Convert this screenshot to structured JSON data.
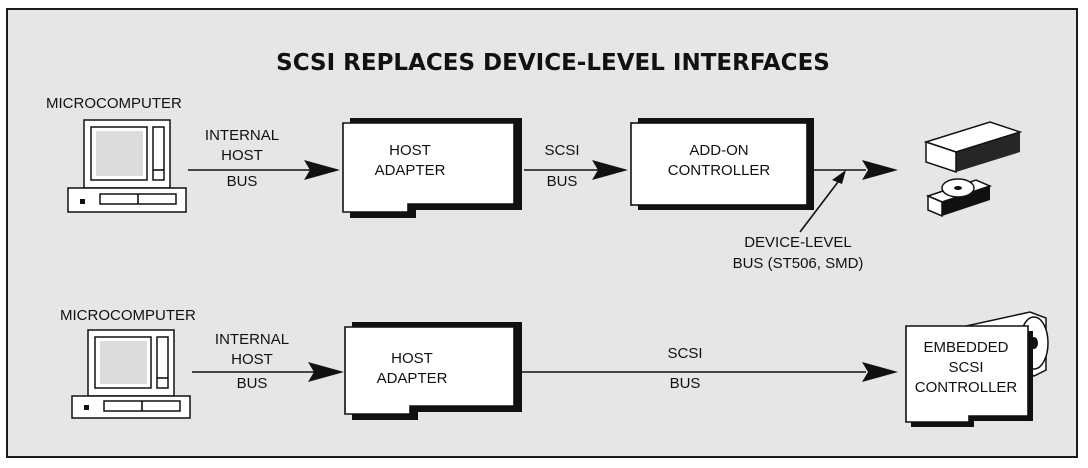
{
  "title": "SCSI REPLACES DEVICE-LEVEL INTERFACES",
  "top_row": {
    "computer_label": "MICROCOMPUTER",
    "internal_bus": [
      "INTERNAL",
      "HOST",
      "BUS"
    ],
    "host_adapter": [
      "HOST",
      "ADAPTER"
    ],
    "scsi_bus": [
      "SCSI",
      "BUS"
    ],
    "addon_controller": [
      "ADD-ON",
      "CONTROLLER"
    ],
    "device_level_bus": [
      "DEVICE-LEVEL",
      "BUS (ST506, SMD)"
    ]
  },
  "bottom_row": {
    "computer_label": "MICROCOMPUTER",
    "internal_bus": [
      "INTERNAL",
      "HOST",
      "BUS"
    ],
    "host_adapter": [
      "HOST",
      "ADAPTER"
    ],
    "scsi_bus": [
      "SCSI",
      "BUS"
    ],
    "embedded_controller": [
      "EMBEDDED",
      "SCSI",
      "CONTROLLER"
    ]
  }
}
